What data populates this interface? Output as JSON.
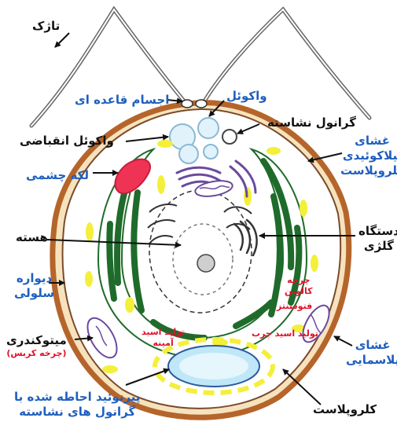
{
  "colors": {
    "wall": "#b5652b",
    "membrane": "#7b4a2a",
    "chloroplast": "#1f6b2b",
    "starch": "#f4ef3a",
    "vacuole": "#a8d8ef",
    "pyrenoid": "#bfe7f7",
    "eyespot": "#ee3355",
    "mito": "#6b4a9e",
    "black_label": "#111111",
    "blue_label": "#1f5fbf",
    "red_label": "#e0102a"
  },
  "labels": {
    "flagellum": "تاژک",
    "basal_bodies": "اجسام قاعده ای",
    "vacuole": "واکوئل",
    "starch_granule": "گرانول نشاسته",
    "contractile_vacuole": "واکوئل انقباضی",
    "thylakoid_line1": "غشای",
    "thylakoid_line2": "تیلاکوئیدی",
    "thylakoid_line3": "کلروپلاست",
    "eyespot": "لکه چشمی",
    "nucleus": "هسته",
    "golgi_line1": "دستگاه",
    "golgi_line2": "گلژی",
    "wall_line1": "دیواره",
    "wall_line2": "سلولی",
    "calvin_line1": "چرخه",
    "calvin_line2": "کالوین",
    "photosynthesis": "فتوسنتز",
    "fatty_acid": "تولید اسید چرب",
    "amino_line1": "تولید اسید",
    "amino_line2": "آمینه",
    "mito_line1": "میتوکندری",
    "mito_line2": "(چرخه کربس)",
    "plasma_line1": "غشای",
    "plasma_line2": "پلاسمایی",
    "pyrenoid_line1": "پیرنوئید احاطه شده با",
    "pyrenoid_line2": "گرانول های نشاسته",
    "chloroplast": "کلروپلاست"
  }
}
